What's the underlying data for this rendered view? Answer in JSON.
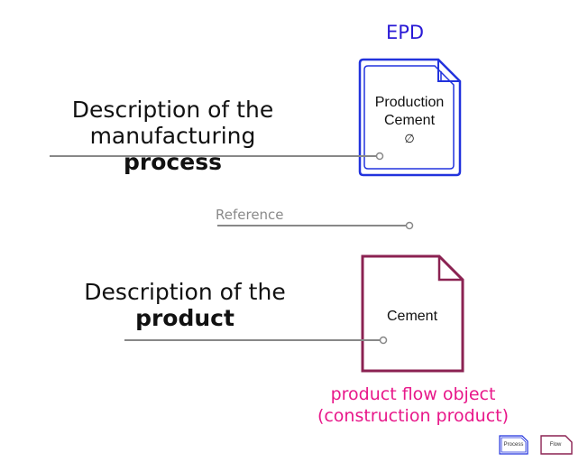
{
  "colors": {
    "process_accent": "#2233dd",
    "flow_accent": "#8b2252",
    "label_pink": "#e8188a",
    "line_gray": "#888888"
  },
  "epd": {
    "label": "EPD",
    "doc_line1": "Production",
    "doc_line2": "Cement",
    "doc_symbol": "∅"
  },
  "process_description": {
    "line1": "Description of the",
    "line2_prefix": "manufacturing ",
    "line2_bold": "process"
  },
  "reference": {
    "label": "Reference"
  },
  "product_description": {
    "line1": "Description of the",
    "line2_bold": "product"
  },
  "product_doc": {
    "label": "Cement"
  },
  "product_flow_label": {
    "line1": "product flow object",
    "line2": "(construction product)"
  },
  "legend": {
    "process_label": "Process",
    "flow_label": "Flow"
  }
}
